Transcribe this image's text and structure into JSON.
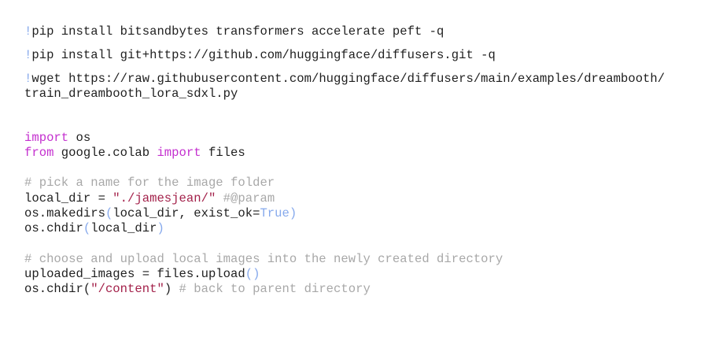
{
  "lines": [
    [
      [
        "bang",
        "!"
      ],
      [
        "plain",
        "pip install bitsandbytes transformers accelerate peft -q"
      ]
    ],
    [
      [
        "bang",
        "!"
      ],
      [
        "plain",
        "pip install git+https://github.com/huggingface/diffusers.git -q"
      ]
    ],
    [
      [
        "bang",
        "!"
      ],
      [
        "plain",
        "wget https://raw.githubusercontent.com/huggingface/diffusers/main/examples/dreambooth/"
      ]
    ],
    [
      [
        "plain",
        "train_dreambooth_lora_sdxl.py"
      ]
    ],
    [
      [
        "kw",
        "import"
      ],
      [
        "plain",
        " os"
      ]
    ],
    [
      [
        "kw",
        "from"
      ],
      [
        "plain",
        " google.colab "
      ],
      [
        "kw",
        "import"
      ],
      [
        "plain",
        " files"
      ]
    ],
    [
      [
        "cm",
        "# pick a name for the image folder"
      ]
    ],
    [
      [
        "plain",
        "local_dir = "
      ],
      [
        "str",
        "\"./jamesjean/\""
      ],
      [
        "cm",
        " #@param"
      ]
    ],
    [
      [
        "plain",
        "os.makedirs"
      ],
      [
        "bl",
        "("
      ],
      [
        "plain",
        "local_dir, exist_ok="
      ],
      [
        "bl",
        "True)"
      ]
    ],
    [
      [
        "plain",
        "os.chdir"
      ],
      [
        "bl",
        "("
      ],
      [
        "plain",
        "local_dir"
      ],
      [
        "bl",
        ")"
      ]
    ],
    [
      [
        "cm",
        "# choose and upload local images into the newly created directory"
      ]
    ],
    [
      [
        "plain",
        "uploaded_images = files.upload"
      ],
      [
        "bl",
        "()"
      ]
    ],
    [
      [
        "plain",
        "os.chdir("
      ],
      [
        "str",
        "\"/content\""
      ],
      [
        "plain",
        ")"
      ],
      [
        "cm",
        " # back to parent directory"
      ]
    ]
  ]
}
